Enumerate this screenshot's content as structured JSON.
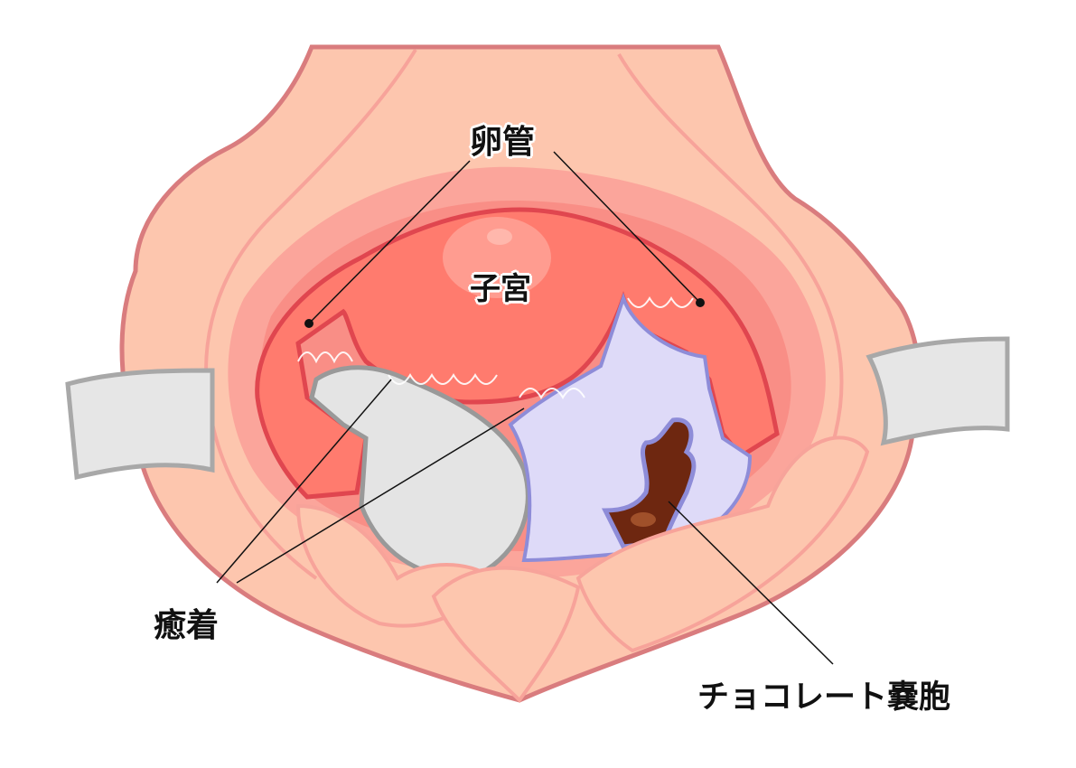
{
  "labels": {
    "fallopian_tube": "卵管",
    "uterus": "子宮",
    "adhesion": "癒着",
    "chocolate_cyst": "チョコレート嚢胞"
  },
  "colors": {
    "skin": "#FDC6AE",
    "skin_stroke": "#D97C7E",
    "inner_pink": "#FBA59B",
    "uterus": "#FF7B6E",
    "uterus_stroke": "#E0464F",
    "ovary_left": "#E4E4E4",
    "ovary_right": "#DEDAF8",
    "cyst": "#6E2710",
    "retractor": "#E6E6E6"
  }
}
